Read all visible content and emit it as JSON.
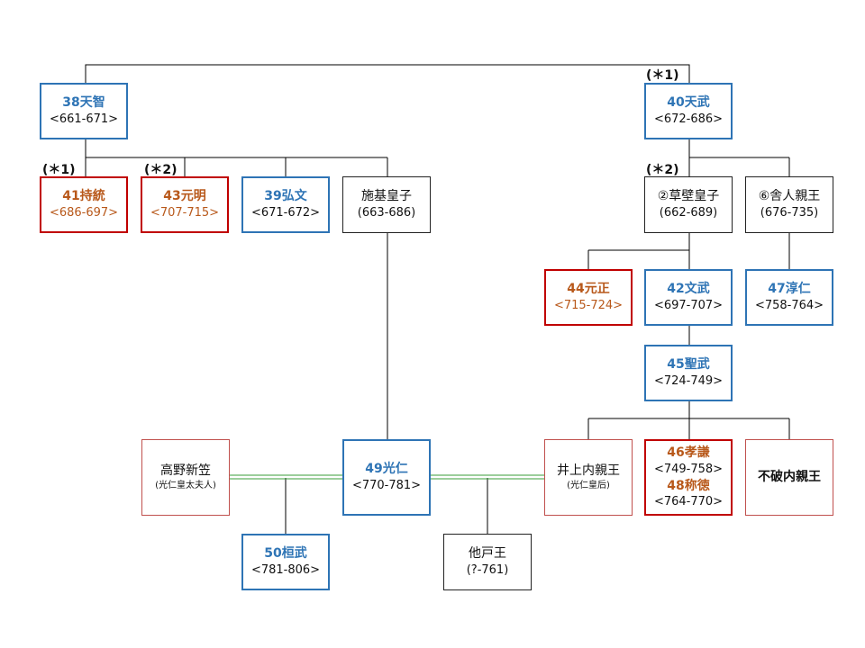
{
  "colors": {
    "emperor": "#2e74b5",
    "empress": "#b8581a",
    "border_red": "#c00000",
    "marriage_line": "#3a9d3a",
    "line": "#000000"
  },
  "nodes": {
    "tenji": {
      "name": "38天智",
      "years": "<661-671>"
    },
    "tenmu": {
      "name": "40天武",
      "years": "<672-686>"
    },
    "jito": {
      "name": "41持統",
      "years": "<686-697>"
    },
    "genmei": {
      "name": "43元明",
      "years": "<707-715>"
    },
    "kobun": {
      "name": "39弘文",
      "years": "<671-672>"
    },
    "shiki": {
      "name": "施基皇子",
      "years": "(663-686)"
    },
    "kusakabe": {
      "name": "②草壁皇子",
      "years": "(662-689)"
    },
    "toneri": {
      "name": "⑥舎人親王",
      "years": "(676-735)"
    },
    "gensho": {
      "name": "44元正",
      "years": "<715-724>"
    },
    "monmu": {
      "name": "42文武",
      "years": "<697-707>"
    },
    "junnin": {
      "name": "47淳仁",
      "years": "<758-764>"
    },
    "shomu": {
      "name": "45聖武",
      "years": "<724-749>"
    },
    "takano": {
      "name": "高野新笠",
      "sub": "(光仁皇太夫人)"
    },
    "konin": {
      "name": "49光仁",
      "years": "<770-781>"
    },
    "inoue": {
      "name": "井上内親王",
      "sub": "(光仁皇后)"
    },
    "koken": {
      "name1": "46孝謙",
      "years1": "<749-758>",
      "name2": "48称徳",
      "years2": "<764-770>"
    },
    "fuwa": {
      "name": "不破内親王"
    },
    "kanmu": {
      "name": "50桓武",
      "years": "<781-806>"
    },
    "osabe": {
      "name": "他戸王",
      "years": "(?-761)"
    }
  },
  "marks": {
    "m1": "(＊1)",
    "m2": "(＊2)"
  }
}
